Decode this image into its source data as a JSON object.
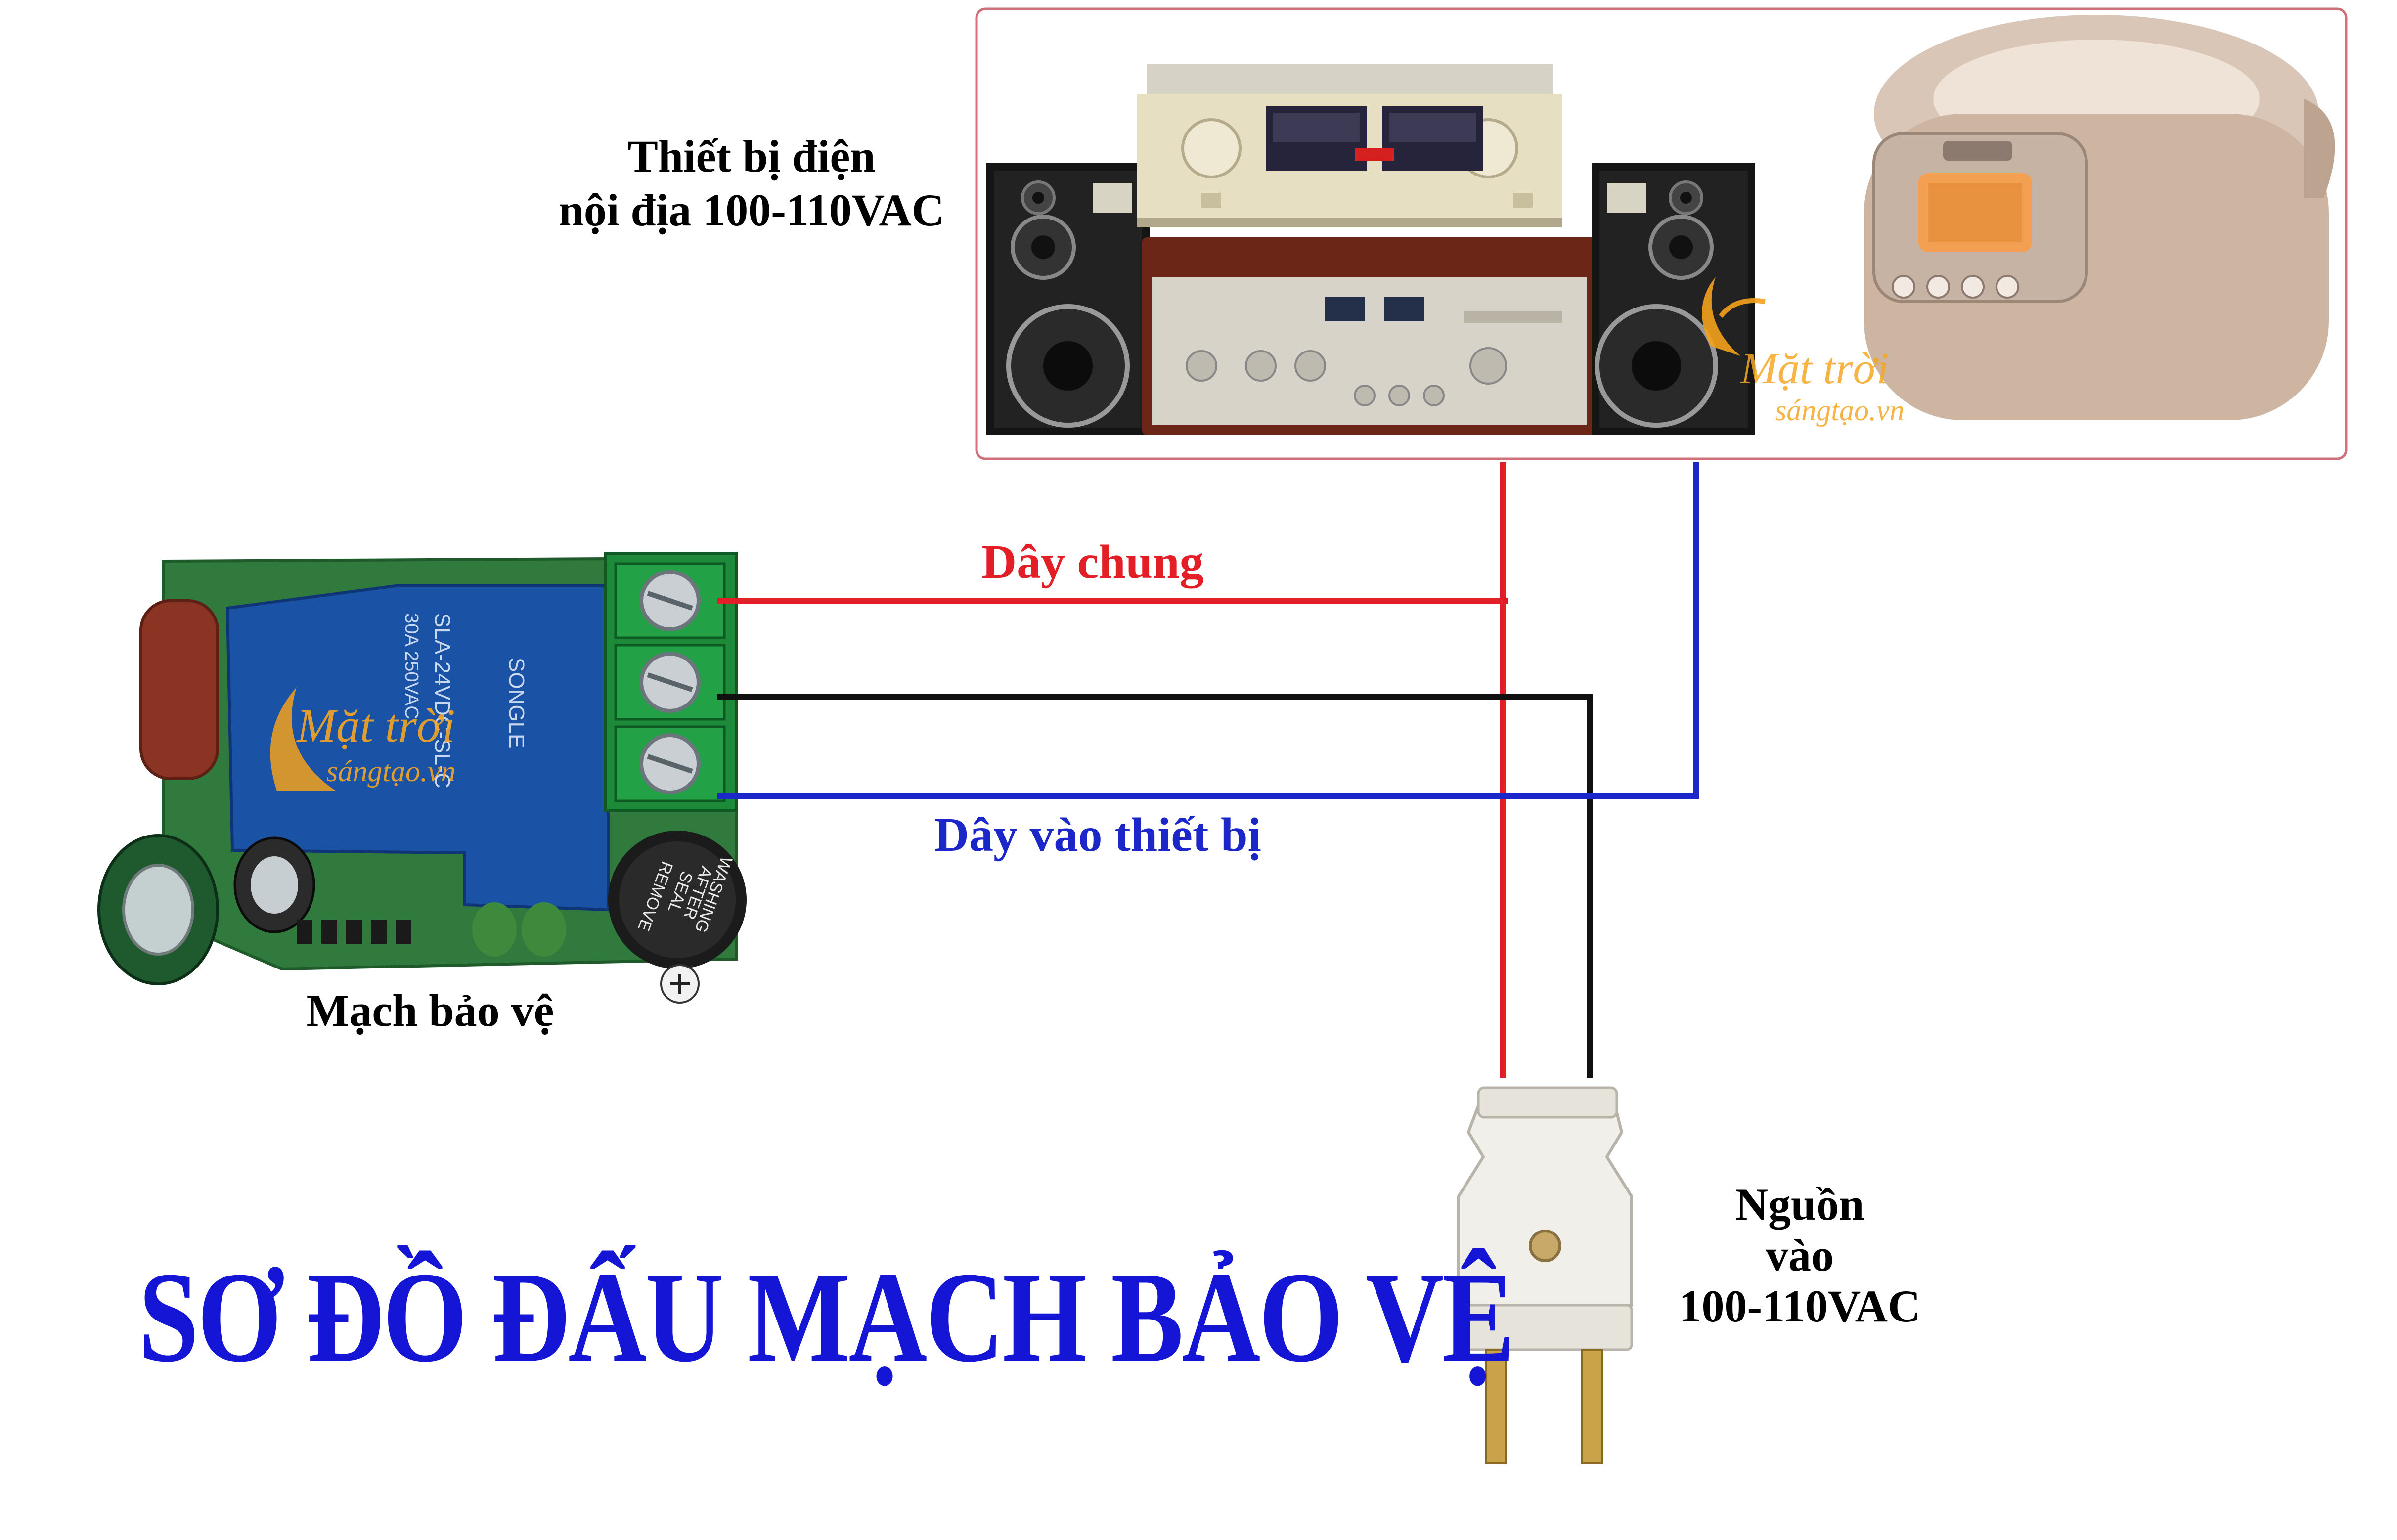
{
  "labels": {
    "device_line1": "Thiết bị điện",
    "device_line2": "nội địa 100-110VAC",
    "common_wire": "Dây chung",
    "device_wire": "Dây vào thiết bị",
    "board": "Mạch bảo vệ",
    "power_line1": "Nguồn",
    "power_line2": "vào",
    "power_line3": "100-110VAC",
    "title": "SƠ ĐỒ ĐẤU MẠCH BẢO VỆ"
  },
  "relay_markings": {
    "brand": "SONGLE",
    "model": "SLA-24VDC-SL-C",
    "rating": "30A 250VAC"
  },
  "buzzer_text": {
    "line1": "REMOVE",
    "line2": "SEAL",
    "line3": "AFTER",
    "line4": "WASHING"
  },
  "watermark": {
    "line1": "Mặt trời",
    "line2": "sángtạo.vn"
  },
  "colors": {
    "common_wire": "#e41e26",
    "device_wire": "#1b27c8",
    "neutral_wire": "#111111",
    "title": "#1515d6",
    "panel_border": "#d0707a"
  }
}
